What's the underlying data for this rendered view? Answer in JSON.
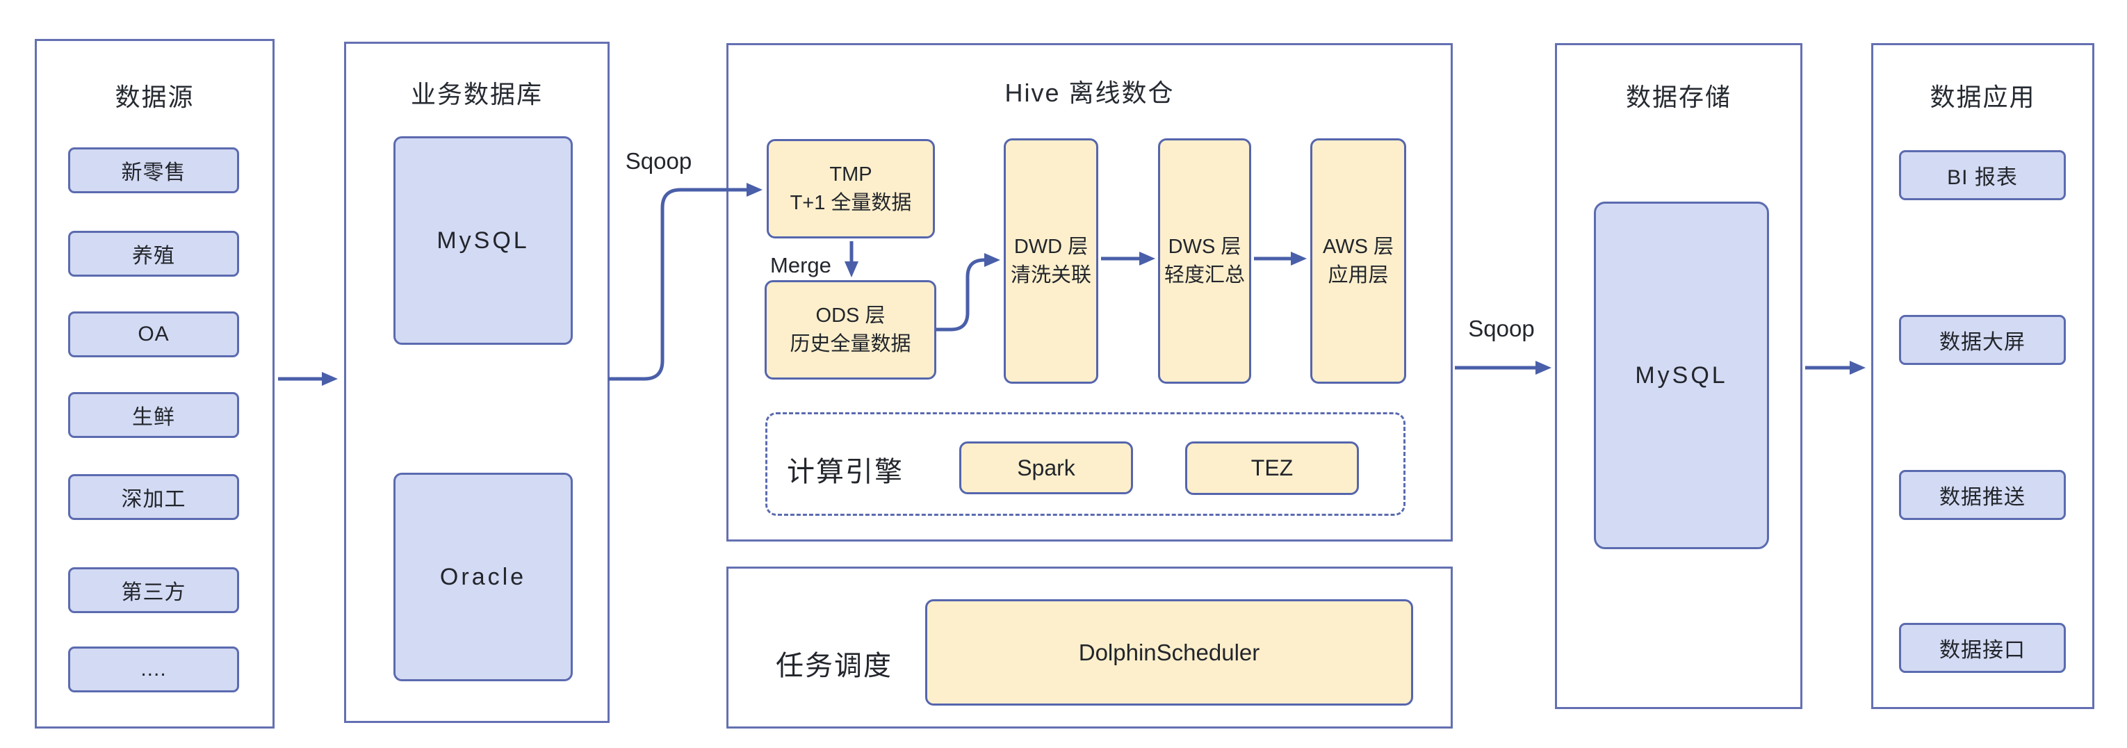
{
  "colors": {
    "panel_border": "#6470b2",
    "node_border": "#5b6bb0",
    "purple_fill": "#d3daf3",
    "cream_fill": "#fdefcc",
    "arrow": "#4a5fa9",
    "text": "#22252b"
  },
  "data_source": {
    "title": "数据源",
    "items": [
      "新零售",
      "养殖",
      "OA",
      "生鲜",
      "深加工",
      "第三方",
      "...."
    ]
  },
  "business_db": {
    "title": "业务数据库",
    "items": [
      "MySQL",
      "Oracle"
    ]
  },
  "labels": {
    "sqoop_import": "Sqoop",
    "sqoop_export": "Sqoop",
    "merge": "Merge"
  },
  "hive": {
    "title": "Hive 离线数仓",
    "tmp": {
      "line1": "TMP",
      "line2": "T+1 全量数据"
    },
    "ods": {
      "line1": "ODS 层",
      "line2": "历史全量数据"
    },
    "dwd": {
      "line1": "DWD 层",
      "line2": "清洗关联"
    },
    "dws": {
      "line1": "DWS 层",
      "line2": "轻度汇总"
    },
    "aws": {
      "line1": "AWS 层",
      "line2": "应用层"
    },
    "engine": {
      "label": "计算引擎",
      "items": [
        "Spark",
        "TEZ"
      ]
    }
  },
  "scheduler": {
    "label": "任务调度",
    "item": "DolphinScheduler"
  },
  "storage": {
    "title": "数据存储",
    "item": "MySQL"
  },
  "application": {
    "title": "数据应用",
    "items": [
      "BI 报表",
      "数据大屏",
      "数据推送",
      "数据接口"
    ]
  }
}
